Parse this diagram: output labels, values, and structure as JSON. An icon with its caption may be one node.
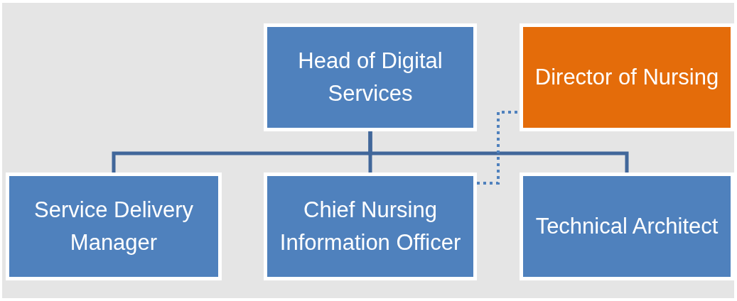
{
  "diagram": {
    "nodes": [
      {
        "text": [
          "Head of Digital Services"
        ]
      },
      {
        "text": [
          "Director of Nursing"
        ]
      },
      {
        "text": [
          "Service Delivery Manager"
        ]
      },
      {
        "text": [
          "Chief Nursing Information Officer"
        ]
      },
      {
        "text": [
          "Technical Architect"
        ]
      }
    ],
    "edges": [
      {
        "from": 0,
        "to": 2,
        "arrow": "none"
      },
      {
        "from": 0,
        "to": 3,
        "arrow": "none"
      },
      {
        "from": 0,
        "to": 4,
        "arrow": "none"
      },
      {
        "from": 3,
        "to": 1,
        "arrow": "none",
        "style": "dashed",
        "color": "#4f81bd"
      }
    ]
  }
}
